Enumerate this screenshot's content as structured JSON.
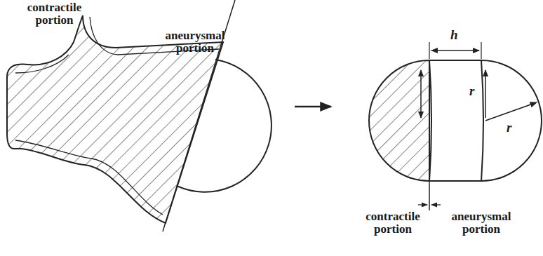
{
  "diagram": {
    "labels": [
      "contractile portion",
      "aneurysmal portion",
      "h",
      "r",
      "r",
      "contractile portion",
      "aneurysmal portion"
    ]
  }
}
